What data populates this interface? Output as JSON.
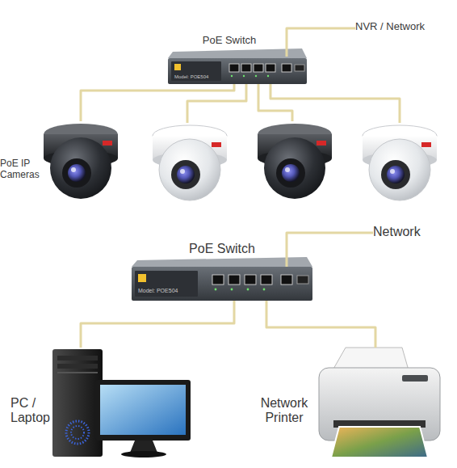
{
  "diagram": {
    "nodes": [
      {
        "text": [
          "PoE Switch"
        ]
      },
      {
        "text": [
          "NVR / Network"
        ]
      },
      {
        "text": [
          "PoE IP Cameras"
        ]
      },
      {
        "text": []
      },
      {
        "text": []
      },
      {
        "text": []
      },
      {
        "text": [
          "PoE Switch"
        ]
      },
      {
        "text": [
          "Network"
        ]
      },
      {
        "text": [
          "PC / Laptop"
        ]
      },
      {
        "text": [
          "Network Printer"
        ]
      }
    ],
    "edges": [
      {
        "from": 0,
        "to": 1,
        "arrow": "none"
      },
      {
        "from": 0,
        "to": 2,
        "arrow": "none"
      },
      {
        "from": 0,
        "to": 3,
        "arrow": "none"
      },
      {
        "from": 0,
        "to": 4,
        "arrow": "none"
      },
      {
        "from": 0,
        "to": 5,
        "arrow": "none"
      },
      {
        "from": 6,
        "to": 7,
        "arrow": "none"
      },
      {
        "from": 6,
        "to": 8,
        "arrow": "none"
      },
      {
        "from": 6,
        "to": 9,
        "arrow": "none"
      }
    ],
    "labels": [
      "Model: POE504",
      "Model: POE504"
    ]
  }
}
